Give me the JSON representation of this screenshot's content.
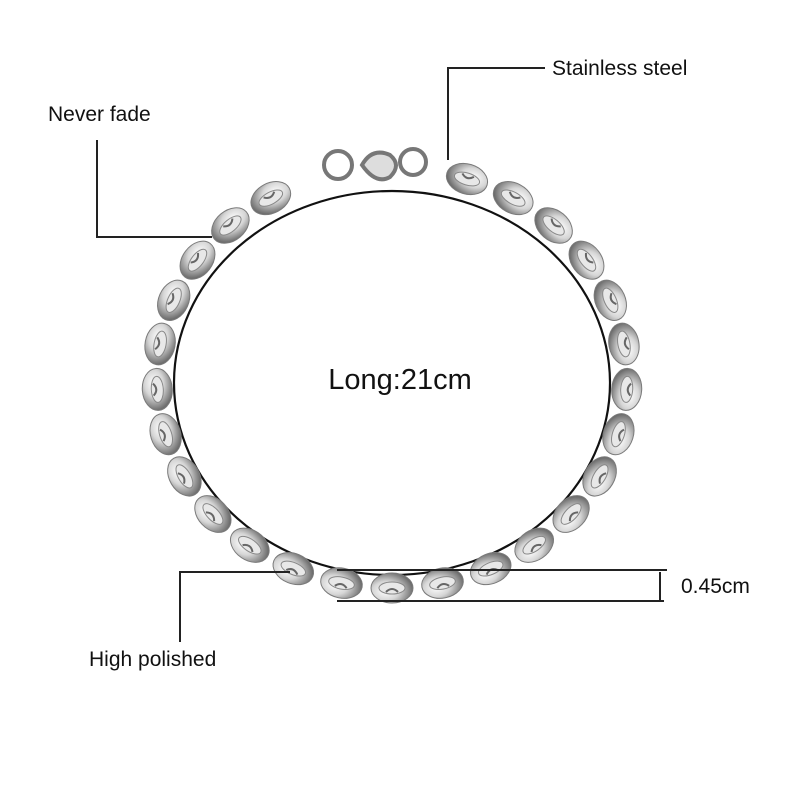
{
  "product": {
    "type": "bracelet",
    "style": "coffee-bean link chain"
  },
  "annotations": {
    "material": "Stainless steel",
    "durability": "Never fade",
    "finish": "High polished",
    "length": "Long:21cm",
    "width": "0.45cm"
  },
  "colors": {
    "background": "#ffffff",
    "text": "#111111",
    "leader_line": "#222222",
    "metal_light": "#f2f2f2",
    "metal_mid": "#b8b8b8",
    "metal_dark": "#6e6e6e"
  }
}
